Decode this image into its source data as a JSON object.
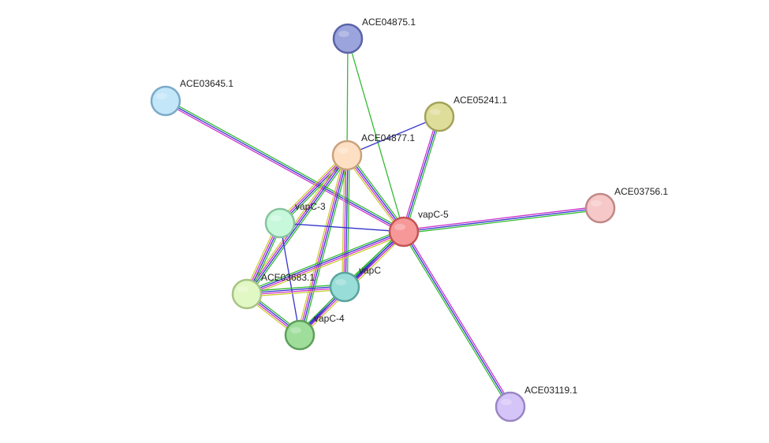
{
  "network": {
    "nodes": [
      {
        "id": "ACE04875",
        "label": "ACE04875.1",
        "color": "#9ba4dc",
        "stroke": "#5a64a8"
      },
      {
        "id": "ACE03645",
        "label": "ACE03645.1",
        "color": "#c4e6f9",
        "stroke": "#7aaac8"
      },
      {
        "id": "ACE05241",
        "label": "ACE05241.1",
        "color": "#dedd9a",
        "stroke": "#a3a25a"
      },
      {
        "id": "ACE04877",
        "label": "ACE04877.1",
        "color": "#fde0c4",
        "stroke": "#c9a27c"
      },
      {
        "id": "ACE03756",
        "label": "ACE03756.1",
        "color": "#f6c8c8",
        "stroke": "#c08888"
      },
      {
        "id": "vapC-3",
        "label": "vapC-3",
        "color": "#c8f8dc",
        "stroke": "#86c49e"
      },
      {
        "id": "vapC-5",
        "label": "vapC-5",
        "color": "#f79898",
        "stroke": "#c45454"
      },
      {
        "id": "ACE03683",
        "label": "ACE03683.1",
        "color": "#e2f8c4",
        "stroke": "#a6c485"
      },
      {
        "id": "vapC",
        "label": "vapC",
        "color": "#98ddd8",
        "stroke": "#5aa39e"
      },
      {
        "id": "vapC-4",
        "label": "vapC-4",
        "color": "#9ede9a",
        "stroke": "#5e9f5a"
      },
      {
        "id": "ACE03119",
        "label": "ACE03119.1",
        "color": "#d4c4f8",
        "stroke": "#9a86c4"
      }
    ],
    "edges": [
      {
        "source": "ACE04875",
        "target": "ACE04877",
        "colors": [
          "#33bb33"
        ]
      },
      {
        "source": "ACE04875",
        "target": "vapC-5",
        "colors": [
          "#33bb33"
        ]
      },
      {
        "source": "ACE05241",
        "target": "ACE04877",
        "colors": [
          "#3333cc"
        ]
      },
      {
        "source": "ACE05241",
        "target": "vapC-5",
        "colors": [
          "#33bb33",
          "#3333cc",
          "#cc33cc"
        ]
      },
      {
        "source": "ACE03645",
        "target": "vapC-5",
        "colors": [
          "#33bb33",
          "#3333cc",
          "#cc33cc"
        ]
      },
      {
        "source": "ACE03756",
        "target": "vapC-5",
        "colors": [
          "#33bb33",
          "#3333cc",
          "#cc33cc"
        ]
      },
      {
        "source": "ACE03119",
        "target": "vapC-5",
        "colors": [
          "#33bb33",
          "#3333cc",
          "#cc33cc"
        ]
      },
      {
        "source": "ACE04877",
        "target": "vapC-5",
        "colors": [
          "#33bb33",
          "#3333cc",
          "#cc33cc",
          "#cccc33"
        ]
      },
      {
        "source": "ACE04877",
        "target": "vapC-3",
        "colors": [
          "#33bb33",
          "#3333cc",
          "#cc33cc",
          "#cccc33"
        ]
      },
      {
        "source": "ACE04877",
        "target": "ACE03683",
        "colors": [
          "#33bb33",
          "#3333cc",
          "#cc33cc",
          "#cccc33"
        ]
      },
      {
        "source": "ACE04877",
        "target": "vapC",
        "colors": [
          "#33bb33",
          "#3333cc",
          "#cc33cc",
          "#cccc33"
        ]
      },
      {
        "source": "ACE04877",
        "target": "vapC-4",
        "colors": [
          "#33bb33",
          "#3333cc",
          "#cc33cc",
          "#cccc33"
        ]
      },
      {
        "source": "vapC-3",
        "target": "vapC-5",
        "colors": [
          "#3333cc"
        ]
      },
      {
        "source": "vapC-3",
        "target": "ACE03683",
        "colors": [
          "#33bb33",
          "#3333cc",
          "#cc33cc",
          "#cccc33"
        ]
      },
      {
        "source": "vapC-3",
        "target": "vapC-4",
        "colors": [
          "#3333cc"
        ]
      },
      {
        "source": "ACE03683",
        "target": "vapC-5",
        "colors": [
          "#33bb33",
          "#3333cc",
          "#cc33cc",
          "#cccc33"
        ]
      },
      {
        "source": "ACE03683",
        "target": "vapC",
        "colors": [
          "#33bb33",
          "#3333cc",
          "#cc33cc",
          "#cccc33"
        ]
      },
      {
        "source": "ACE03683",
        "target": "vapC-4",
        "colors": [
          "#33bb33",
          "#3333cc",
          "#cc33cc",
          "#cccc33"
        ]
      },
      {
        "source": "vapC",
        "target": "vapC-5",
        "colors": [
          "#33bb33",
          "#3333cc",
          "#3333cc"
        ]
      },
      {
        "source": "vapC",
        "target": "vapC-4",
        "colors": [
          "#3333cc",
          "#3333cc"
        ]
      },
      {
        "source": "vapC-4",
        "target": "vapC-5",
        "colors": [
          "#33bb33",
          "#3333cc",
          "#cc33cc",
          "#cccc33"
        ]
      }
    ]
  }
}
